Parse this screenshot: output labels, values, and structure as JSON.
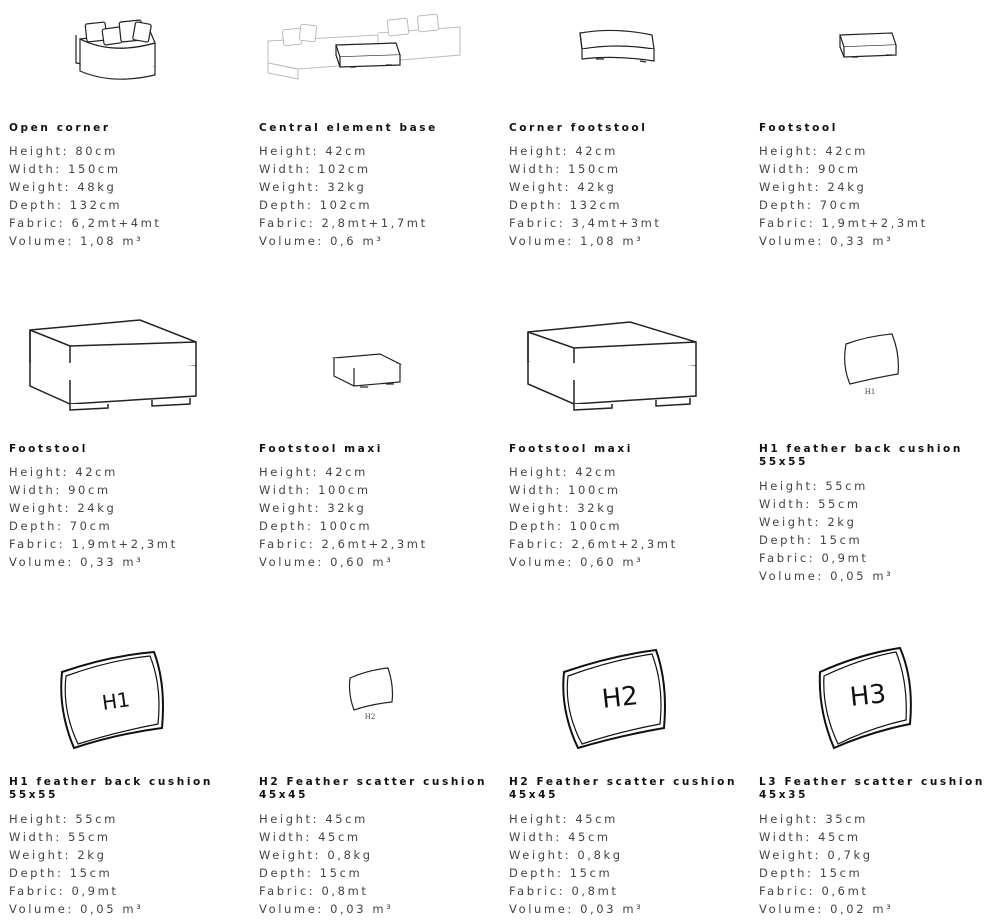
{
  "products": [
    {
      "icon": "open-corner-sofa-icon",
      "title": "Open corner",
      "specs": [
        "Height: 80cm",
        "Width: 150cm",
        "Weight: 48kg",
        "Depth: 132cm",
        "Fabric: 6,2mt+4mt",
        "Volume: 1,08 m³"
      ]
    },
    {
      "icon": "central-element-sofa-icon",
      "title": "Central element base",
      "specs": [
        "Height: 42cm",
        "Width: 102cm",
        "Weight: 32kg",
        "Depth: 102cm",
        "Fabric: 2,8mt+1,7mt",
        "Volume: 0,6 m³"
      ]
    },
    {
      "icon": "corner-footstool-icon",
      "title": "Corner footstool",
      "specs": [
        "Height: 42cm",
        "Width: 150cm",
        "Weight: 42kg",
        "Depth: 132cm",
        "Fabric: 3,4mt+3mt",
        "Volume: 1,08 m³"
      ]
    },
    {
      "icon": "footstool-icon",
      "title": "Footstool",
      "specs": [
        "Height: 42cm",
        "Width: 90cm",
        "Weight: 24kg",
        "Depth: 70cm",
        "Fabric: 1,9mt+2,3mt",
        "Volume: 0,33 m³"
      ]
    },
    {
      "icon": "footstool-large-icon",
      "title": "Footstool",
      "specs": [
        "Height: 42cm",
        "Width: 90cm",
        "Weight: 24kg",
        "Depth: 70cm",
        "Fabric: 1,9mt+2,3mt",
        "Volume: 0,33 m³"
      ]
    },
    {
      "icon": "footstool-maxi-icon",
      "title": "Footstool maxi",
      "specs": [
        "Height: 42cm",
        "Width: 100cm",
        "Weight: 32kg",
        "Depth: 100cm",
        "Fabric: 2,6mt+2,3mt",
        "Volume: 0,60 m³"
      ]
    },
    {
      "icon": "footstool-maxi-large-icon",
      "title": "Footstool maxi",
      "specs": [
        "Height: 42cm",
        "Width: 100cm",
        "Weight: 32kg",
        "Depth: 100cm",
        "Fabric: 2,6mt+2,3mt",
        "Volume: 0,60 m³"
      ]
    },
    {
      "icon": "cushion-h1-small-icon",
      "icon_label": "H1",
      "title": "H1 feather back cushion 55x55",
      "specs": [
        "Height: 55cm",
        "Width: 55cm",
        "Weight: 2kg",
        "Depth: 15cm",
        "Fabric: 0,9mt",
        "Volume: 0,05 m³"
      ]
    },
    {
      "icon": "cushion-h1-large-icon",
      "icon_label": "H1",
      "title": "H1 feather back cushion 55x55",
      "specs": [
        "Height: 55cm",
        "Width: 55cm",
        "Weight: 2kg",
        "Depth: 15cm",
        "Fabric: 0,9mt",
        "Volume: 0,05 m³"
      ]
    },
    {
      "icon": "cushion-h2-small-icon",
      "icon_label": "H2",
      "title": "H2 Feather scatter cushion 45x45",
      "specs": [
        "Height: 45cm",
        "Width: 45cm",
        "Weight: 0,8kg",
        "Depth: 15cm",
        "Fabric: 0,8mt",
        "Volume: 0,03 m³"
      ]
    },
    {
      "icon": "cushion-h2-large-icon",
      "icon_label": "H2",
      "title": "H2 Feather scatter cushion 45x45",
      "specs": [
        "Height: 45cm",
        "Width: 45cm",
        "Weight: 0,8kg",
        "Depth: 15cm",
        "Fabric: 0,8mt",
        "Volume: 0,03 m³"
      ]
    },
    {
      "icon": "cushion-h3-large-icon",
      "icon_label": "H3",
      "title": "L3 Feather scatter cushion 45x35",
      "specs": [
        "Height: 35cm",
        "Width: 45cm",
        "Weight: 0,7kg",
        "Depth: 15cm",
        "Fabric: 0,6mt",
        "Volume: 0,02 m³"
      ]
    }
  ]
}
